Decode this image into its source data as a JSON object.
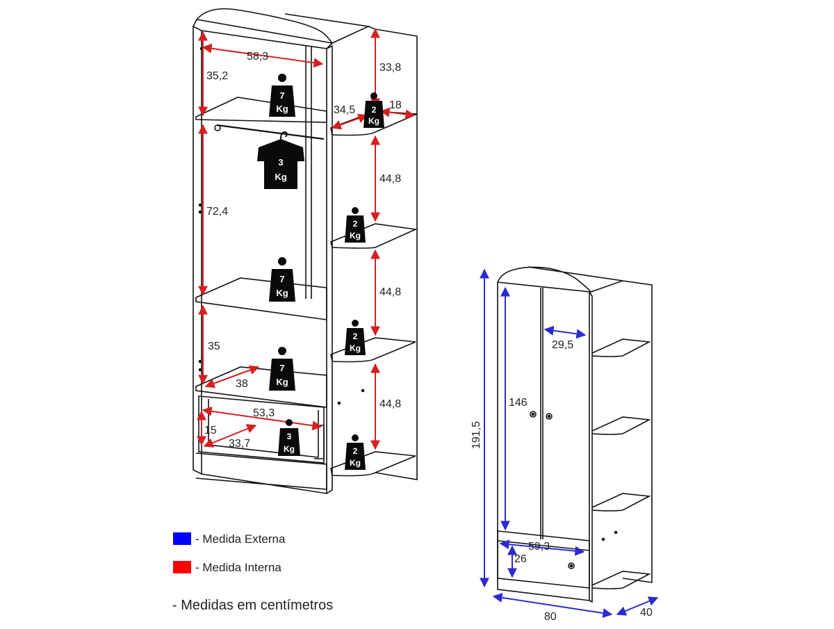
{
  "interior_view": {
    "dimensions": {
      "top_width": "58,3",
      "top_height": "35,2",
      "hanging_height": "72,4",
      "lower_height": "35",
      "lower_depth": "38",
      "drawer_width": "53,3",
      "drawer_height": "15",
      "drawer_depth": "33,7",
      "side_top": "33,8",
      "side_depth": "34,5",
      "side_width": "18",
      "side_gap_1": "44,8",
      "side_gap_2": "44,8",
      "side_gap_3": "44,8"
    },
    "weights": {
      "top_shelf": [
        "7",
        "Kg"
      ],
      "hanger": [
        "3",
        "Kg"
      ],
      "middle_shelf": [
        "7",
        "Kg"
      ],
      "lower_shelf": [
        "7",
        "Kg"
      ],
      "drawer": [
        "3",
        "Kg"
      ],
      "side_shelf_1": [
        "2",
        "Kg"
      ],
      "side_shelf_2": [
        "2",
        "Kg"
      ],
      "side_shelf_3": [
        "2",
        "Kg"
      ],
      "side_shelf_4": [
        "2",
        "Kg"
      ]
    }
  },
  "exterior_view": {
    "dimensions": {
      "total_height": "191,5",
      "door_height": "146",
      "door_width": "29,5",
      "drawer_width": "59,3",
      "drawer_height": "26",
      "total_width": "80",
      "total_depth": "40"
    }
  },
  "legend": {
    "external_label": "- Medida Externa",
    "internal_label": "- Medida Interna",
    "external_color": "#0000ff",
    "internal_color": "#ff0000",
    "note": "- Medidas em centímetros"
  },
  "colors": {
    "external_arrow": "#2b2bd0",
    "internal_arrow": "#d42020",
    "badge": "#0a0a0a"
  }
}
